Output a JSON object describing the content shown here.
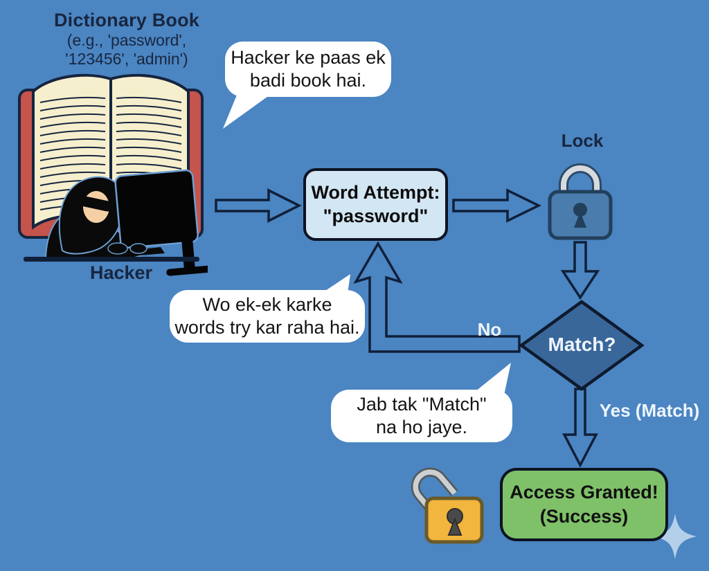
{
  "colors": {
    "background": "#4b85c2",
    "attempt_box_fill": "#d3e6f3",
    "decision_fill": "#3a679a",
    "success_fill": "#7fc169",
    "lock_body": "#4a7cad",
    "open_lock_body": "#f2b53d",
    "book_cover": "#c4544c",
    "book_pages": "#f6efcd",
    "dark_text": "#18263f",
    "light_text": "#eef5fb",
    "sparkle": "#b9d3ec"
  },
  "dictionary_note": {
    "title": "Dictionary Book",
    "line1": "(e.g., 'password',",
    "line2": "'123456', 'admin')"
  },
  "hacker": {
    "label": "Hacker"
  },
  "speech1": {
    "line1": "Hacker ke paas ek",
    "line2": "badi book hai."
  },
  "speech2": {
    "line1": "Wo ek-ek karke",
    "line2": "words try kar raha hai."
  },
  "speech3": {
    "line1": "Jab tak \"Match\"",
    "line2": "na ho jaye."
  },
  "attempt_box": {
    "line1": "Word Attempt:",
    "line2": "\"password\""
  },
  "lock": {
    "label": "Lock"
  },
  "decision": {
    "label": "Match?",
    "no_label": "No",
    "yes_label": "Yes (Match)"
  },
  "result_box": {
    "line1": "Access Granted!",
    "line2": "(Success)"
  },
  "icons": [
    "book-icon",
    "hacker-figure",
    "monitor-icon",
    "lock-closed-icon",
    "lock-open-icon",
    "arrow-right-icon",
    "arrow-down-icon",
    "arrow-loop-back-icon",
    "decision-diamond",
    "sparkle-icon"
  ]
}
